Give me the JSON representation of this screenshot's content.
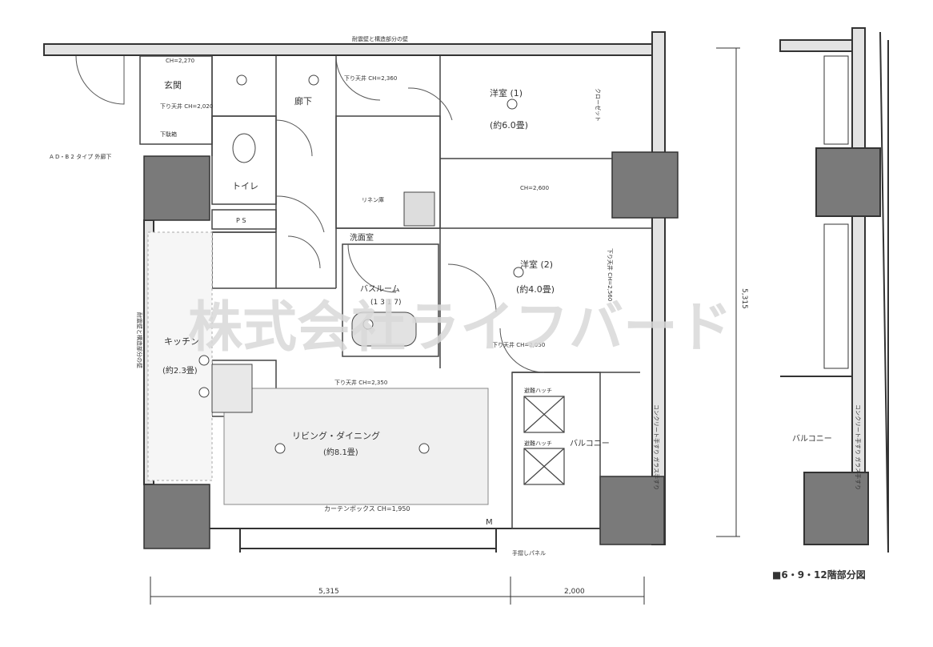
{
  "rooms": {
    "entrance": "玄関",
    "entrance_ch": "CH=2,270",
    "entrance_lowered": "下り天井 CH=2,020",
    "shoe_box": "下駄箱",
    "corridor": "廊下",
    "corridor_lowered": "下り天井 CH=2,360",
    "toilet": "トイレ",
    "ps": "P S",
    "western1": "洋室 (1)",
    "western1_size": "(約6.0畳)",
    "western1_ch": "CH=2,600",
    "western2": "洋室 (2)",
    "western2_size": "(約4.0畳)",
    "washroom": "洗面室",
    "linen": "リネン庫",
    "bathroom": "バスルーム",
    "bathroom_size": "(1 3 1 7)",
    "kitchen": "キッチン",
    "kitchen_size": "(約2.3畳)",
    "living": "リビング・ダイニング",
    "living_size": "(約8.1畳)",
    "balcony": "バルコニー",
    "balcony_partial": "バルコニー",
    "living_lowered": "下り天井 CH=2,350",
    "western2_lowered": "下り天井 CH=2,050",
    "curtain_box": "カーテンボックス CH=1,950",
    "closet": "クローゼット",
    "wic": "下り天井 CH=2,560",
    "hatch1": "避難ハッチ",
    "hatch2": "避難ハッチ",
    "railing": "コンクリート手すり ガラス手すり",
    "mp": "M",
    "ad_type": "A D・B 2 タイプ 外廊下",
    "top_wall_label": "耐震壁と構造部分の壁",
    "left_wall_label": "耐震壁と構造部分の壁",
    "bottom_panel": "手摺しパネル"
  },
  "dimensions": {
    "width_main": "5,315",
    "width_balcony": "2,000",
    "height_total": "5,315"
  },
  "partial_note": "■6・9・12階部分図",
  "watermark": "株式会社ライフバード"
}
